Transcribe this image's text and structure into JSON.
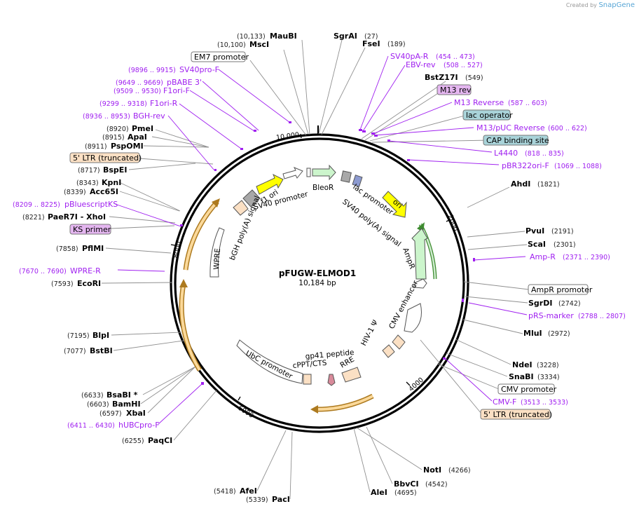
{
  "credit": {
    "created_by": "Created by",
    "brand": "SnapGene"
  },
  "plasmid": {
    "name": "pFUGW-ELMOD1",
    "length": "10,184 bp"
  },
  "ticks": [
    {
      "label": "2000"
    },
    {
      "label": "4000"
    },
    {
      "label": "6000"
    },
    {
      "label": "8000"
    },
    {
      "label": "10,000"
    }
  ],
  "sites": [
    {
      "pos": "(27)",
      "name": "SgrAI"
    },
    {
      "pos": "(189)",
      "name": "FseI"
    },
    {
      "pos": "(549)",
      "name": "BstZ17I"
    },
    {
      "pos": "(1821)",
      "name": "AhdI"
    },
    {
      "pos": "(2191)",
      "name": "PvuI"
    },
    {
      "pos": "(2301)",
      "name": "ScaI"
    },
    {
      "pos": "(2742)",
      "name": "SgrDI"
    },
    {
      "pos": "(2972)",
      "name": "MluI"
    },
    {
      "pos": "(3228)",
      "name": "NdeI"
    },
    {
      "pos": "(3334)",
      "name": "SnaBI"
    },
    {
      "pos": "(4266)",
      "name": "NotI"
    },
    {
      "pos": "(4542)",
      "name": "BbvCI"
    },
    {
      "pos": "(4695)",
      "name": "AleI"
    },
    {
      "pos": "(5339)",
      "name": "PacI"
    },
    {
      "pos": "(5418)",
      "name": "AfeI"
    },
    {
      "pos": "(6255)",
      "name": "PaqCI"
    },
    {
      "pos": "(6597)",
      "name": "XbaI"
    },
    {
      "pos": "(6603)",
      "name": "BamHI"
    },
    {
      "pos": "(6633)",
      "name": "BsaBI *"
    },
    {
      "pos": "(7077)",
      "name": "BstBI"
    },
    {
      "pos": "(7195)",
      "name": "BlpI"
    },
    {
      "pos": "(7593)",
      "name": "EcoRI"
    },
    {
      "pos": "(7858)",
      "name": "PflMI"
    },
    {
      "pos": "(8221)",
      "name": "PaeR7I  - XhoI"
    },
    {
      "pos": "(8339)",
      "name": "Acc65I"
    },
    {
      "pos": "(8343)",
      "name": "KpnI"
    },
    {
      "pos": "(8717)",
      "name": "BspEI"
    },
    {
      "pos": "(8911)",
      "name": "PspOMI"
    },
    {
      "pos": "(8915)",
      "name": "ApaI"
    },
    {
      "pos": "(8920)",
      "name": "PmeI"
    },
    {
      "pos": "(10,100)",
      "name": "MscI"
    },
    {
      "pos": "(10,133)",
      "name": "MauBI"
    }
  ],
  "primers": [
    {
      "name": "SV40pA-R",
      "pos": "(454 .. 473)"
    },
    {
      "name": "EBV-rev",
      "pos": "(508 .. 527)"
    },
    {
      "name": "M13 Reverse",
      "pos": "(587 .. 603)"
    },
    {
      "name": "M13/pUC Reverse",
      "pos": "(600 .. 622)"
    },
    {
      "name": "L4440",
      "pos": "(818 .. 835)"
    },
    {
      "name": "pBR322ori-F",
      "pos": "(1069 .. 1088)"
    },
    {
      "name": "Amp-R",
      "pos": "(2371 .. 2390)"
    },
    {
      "name": "pRS-marker",
      "pos": "(2788 .. 2807)"
    },
    {
      "name": "CMV-F",
      "pos": "(3513 .. 3533)"
    },
    {
      "name": "hUBCpro-F",
      "pos": "(6411 .. 6430)"
    },
    {
      "name": "WPRE-R",
      "pos": "(7670 .. 7690)"
    },
    {
      "name": "pBluescriptKS",
      "pos": "(8209 .. 8225)"
    },
    {
      "name": "BGH-rev",
      "pos": "(8936 .. 8953)"
    },
    {
      "name": "F1ori-R",
      "pos": "(9299 .. 9318)"
    },
    {
      "name": "F1ori-F",
      "pos": "(9509 .. 9530)"
    },
    {
      "name": "pBABE 3'",
      "pos": "(9649 .. 9669)"
    },
    {
      "name": "SV40pro-F",
      "pos": "(9896 .. 9915)"
    }
  ],
  "boxes": [
    {
      "name": "EM7 promoter",
      "fill": "#ffffff"
    },
    {
      "name": "M13 rev",
      "fill": "#e4b6f0"
    },
    {
      "name": "lac operator",
      "fill": "#a9d3d9"
    },
    {
      "name": "CAP binding site",
      "fill": "#a9d3d9"
    },
    {
      "name": "AmpR promoter",
      "fill": "#ffffff"
    },
    {
      "name": "CMV promoter",
      "fill": "#ffffff"
    },
    {
      "name": "5' LTR (truncated)",
      "fill": "#fbe0c4"
    },
    {
      "name": "5' LTR (truncated)",
      "fill": "#fbe0c4"
    },
    {
      "name": "KS primer",
      "fill": "#e4b6f0"
    }
  ],
  "features": [
    {
      "name": "BleoR"
    },
    {
      "name": "lac promoter"
    },
    {
      "name": "ori"
    },
    {
      "name": "SV40 poly(A) signal"
    },
    {
      "name": "AmpR"
    },
    {
      "name": "CMV enhancer"
    },
    {
      "name": "HIV-1 Ψ"
    },
    {
      "name": "RRE"
    },
    {
      "name": "gp41 peptide"
    },
    {
      "name": "cPPT/CTS"
    },
    {
      "name": "UbC promoter"
    },
    {
      "name": "WPRE"
    },
    {
      "name": "bGH poly(A) signal"
    },
    {
      "name": "f1 ori"
    },
    {
      "name": "SV40 promoter"
    }
  ],
  "colors": {
    "enzyme_line": "#808080",
    "primer": "#a020f0",
    "ori": "#ffff00",
    "amp": "#ccf5cc",
    "ltr": "#fbe0c4",
    "orf_outline": "#ad7a1f"
  }
}
